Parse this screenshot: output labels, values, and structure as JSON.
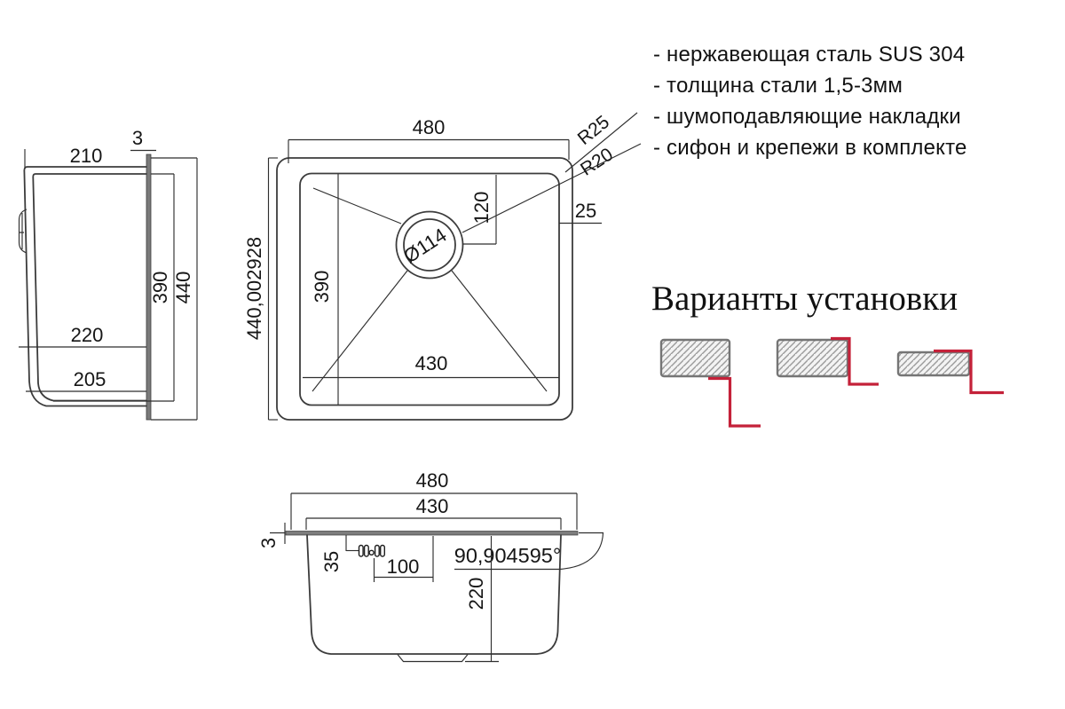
{
  "features": {
    "items": [
      "- нержавеющая сталь SUS 304",
      "- толщина стали 1,5-3мм",
      "- шумоподавляющие накладки",
      "- сифон и крепежи в комплекте"
    ]
  },
  "install": {
    "title": "Варианты установки",
    "accent_color": "#c42139",
    "hatch_border_color": "#757575",
    "options": [
      "undermount",
      "flush-mount",
      "overmount"
    ]
  },
  "side_view": {
    "dim_top_width": "210",
    "dim_flange_thickness": "3",
    "dim_inner_height": "390",
    "dim_outer_height": "440",
    "dim_mid_width": "220",
    "dim_bottom_width": "205"
  },
  "top_view": {
    "dim_width": "480",
    "dim_height": "440,002928",
    "dim_radius_outer": "R25",
    "dim_radius_inner": "R20",
    "dim_rim": "25",
    "dim_drain_offset": "120",
    "dim_drain_diameter": "Ø114",
    "dim_bowl_height": "390",
    "dim_bowl_width": "430"
  },
  "front_view": {
    "dim_width": "480",
    "dim_bowl_width": "430",
    "dim_rim_thickness": "3",
    "dim_hole_offset": "35",
    "dim_hole_spacing": "100",
    "dim_wall_angle": "90,904595°",
    "dim_depth": "220"
  },
  "colors": {
    "line": "#3c3c3c",
    "accent_red": "#c42139"
  }
}
